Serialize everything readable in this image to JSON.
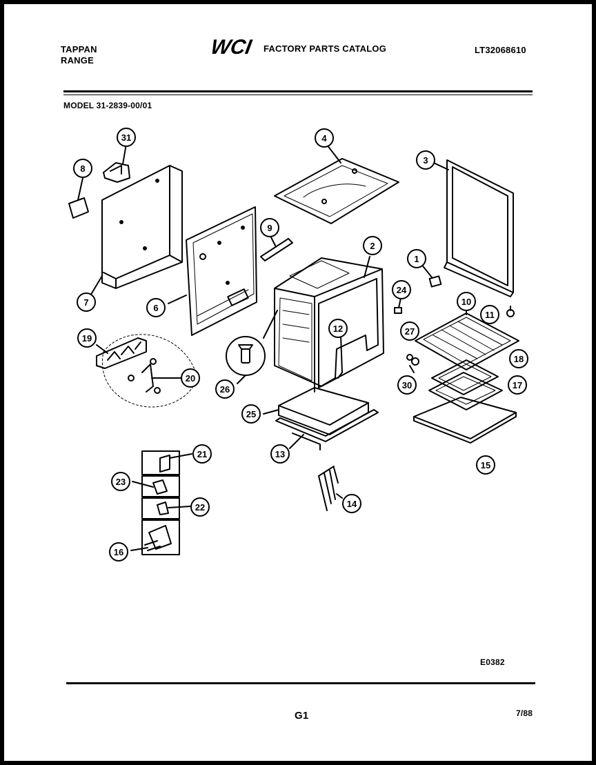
{
  "header": {
    "brand_line1": "TAPPAN",
    "brand_line2": "RANGE",
    "logo_text": "WCI",
    "catalog_title": "FACTORY PARTS CATALOG",
    "catalog_number": "LT32068610",
    "model": "MODEL 31-2839-00/01"
  },
  "footer": {
    "figure_code": "E0382",
    "page_label": "G1",
    "date_code": "7/88"
  },
  "callouts": [
    {
      "id": "c31",
      "label": "31"
    },
    {
      "id": "c4",
      "label": "4"
    },
    {
      "id": "c3",
      "label": "3"
    },
    {
      "id": "c8",
      "label": "8"
    },
    {
      "id": "c9",
      "label": "9"
    },
    {
      "id": "c2",
      "label": "2"
    },
    {
      "id": "c1",
      "label": "1"
    },
    {
      "id": "c24",
      "label": "24"
    },
    {
      "id": "c7",
      "label": "7"
    },
    {
      "id": "c6",
      "label": "6"
    },
    {
      "id": "c10",
      "label": "10"
    },
    {
      "id": "c11",
      "label": "11"
    },
    {
      "id": "c12",
      "label": "12"
    },
    {
      "id": "c27",
      "label": "27"
    },
    {
      "id": "c19",
      "label": "19"
    },
    {
      "id": "c18",
      "label": "18"
    },
    {
      "id": "c17",
      "label": "17"
    },
    {
      "id": "c20",
      "label": "20"
    },
    {
      "id": "c30",
      "label": "30"
    },
    {
      "id": "c26",
      "label": "26"
    },
    {
      "id": "c25",
      "label": "25"
    },
    {
      "id": "c13",
      "label": "13"
    },
    {
      "id": "c15",
      "label": "15"
    },
    {
      "id": "c21",
      "label": "21"
    },
    {
      "id": "c23",
      "label": "23"
    },
    {
      "id": "c14",
      "label": "14"
    },
    {
      "id": "c22",
      "label": "22"
    },
    {
      "id": "c16",
      "label": "16"
    }
  ]
}
